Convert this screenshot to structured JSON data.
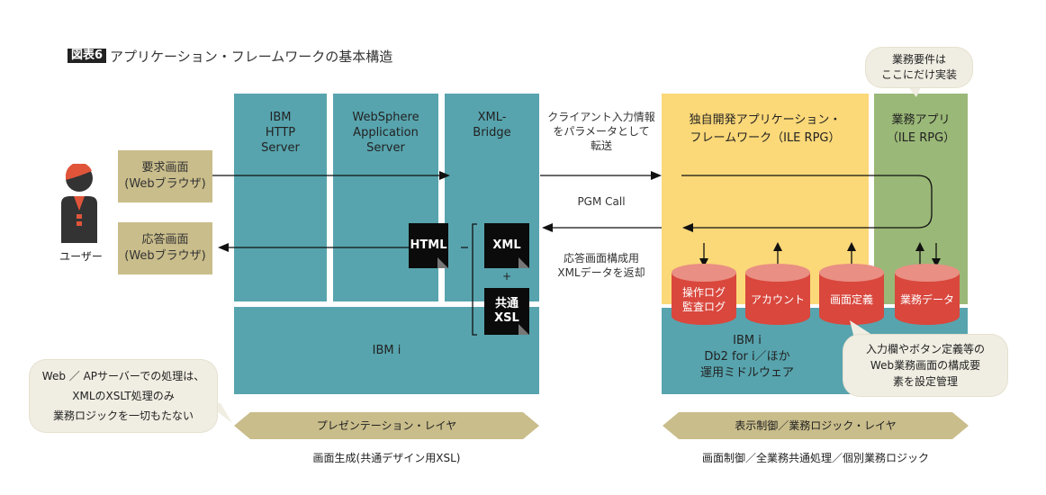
{
  "figure": {
    "badge": "図表6",
    "title": "アプリケーション・フレームワークの基本構造"
  },
  "user": {
    "label": "ユーザー",
    "request_screen": [
      "要求画面",
      "(Webブラウザ)"
    ],
    "response_screen": [
      "応答画面",
      "(Webブラウザ)"
    ]
  },
  "presentation": {
    "http_server": [
      "IBM",
      "HTTP",
      "Server"
    ],
    "app_server": [
      "WebSphere",
      "Application",
      "Server"
    ],
    "xml_bridge": [
      "XML-",
      "Bridge"
    ],
    "ibm_i": "IBM i",
    "docs": {
      "html": "HTML",
      "xml": "XML",
      "plus": "+",
      "xsl": [
        "共通",
        "XSL"
      ]
    },
    "layer_label": "プレゼンテーション・レイヤ",
    "caption": "画面生成(共通デザイン用XSL)",
    "note": [
      "Web ／ APサーバーでの処理は、",
      "XMLのXSLT処理のみ",
      "業務ロジックを一切もたない"
    ]
  },
  "flow": {
    "forward": [
      "クライアント入力情報",
      "をパラメータとして",
      "転送"
    ],
    "call": "PGM Call",
    "return": [
      "応答画面構成用",
      "XMLデータを返却"
    ]
  },
  "backend": {
    "framework": [
      "独自開発アプリケーション・",
      "フレームワーク（ILE RPG）"
    ],
    "business_app": [
      "業務アプリ",
      "（ILE RPG）"
    ],
    "business_note": [
      "業務要件は",
      "ここにだけ実装"
    ],
    "ibm_i": [
      "IBM i",
      "Db2 for i／ほか",
      "運用ミドルウェア"
    ],
    "databases": [
      {
        "label": [
          "操作ログ",
          "監査ログ"
        ],
        "direction": "in"
      },
      {
        "label": [
          "アカウント"
        ],
        "direction": "out"
      },
      {
        "label": [
          "画面定義"
        ],
        "direction": "out"
      },
      {
        "label": [
          "業務データ"
        ],
        "direction": "both"
      }
    ],
    "screen_def_note": [
      "入力欄やボタン定義等の",
      "Web業務画面の構成要",
      "素を設定管理"
    ],
    "layer_label": "表示制御／業務ロジック・レイヤ",
    "caption": "画面制御／全業務共通処理／個別業務ロジック"
  },
  "colors": {
    "teal": "#57a4ae",
    "tan": "#c9bd8b",
    "yellow": "#fbd878",
    "green": "#9ab877",
    "db_red": "#d9473d",
    "user_orange": "#e0553a",
    "user_dark": "#333333"
  }
}
